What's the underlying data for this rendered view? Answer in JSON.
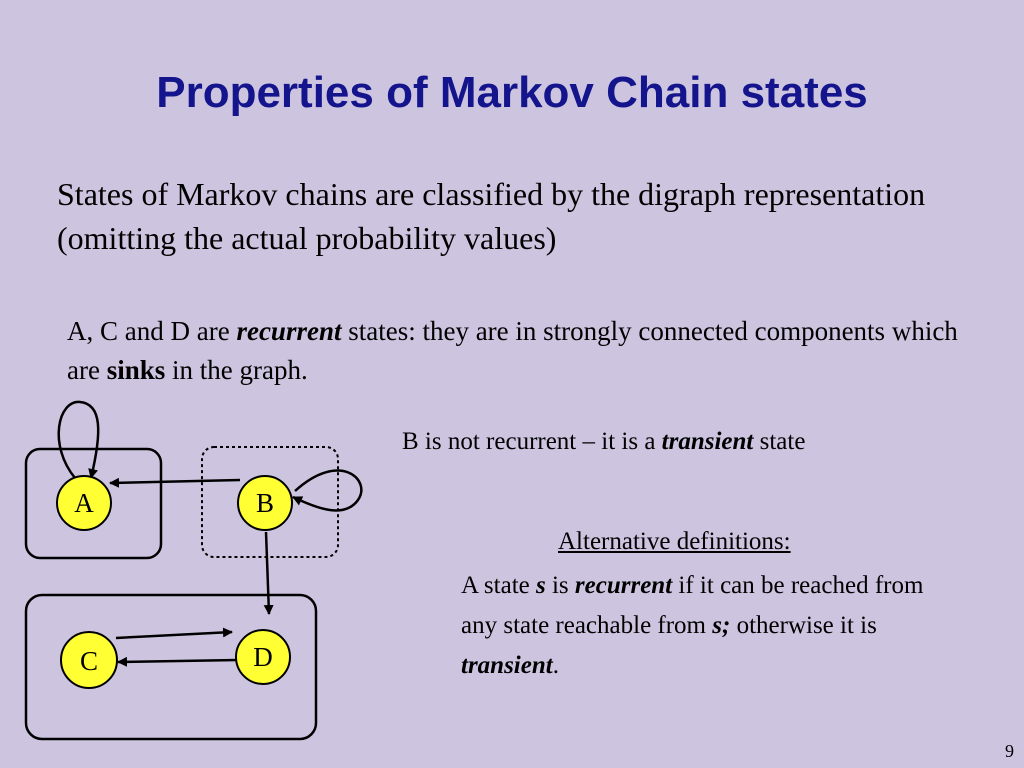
{
  "slide": {
    "title": "Properties of Markov Chain states",
    "intro": "States of Markov chains are classified by the digraph representation (omitting the actual probability values)",
    "recurrent_note": {
      "t1": "A, C and D are ",
      "t2": "recurrent",
      "t3": " states: they are in strongly connected components which are ",
      "t4": "sinks",
      "t5": " in the graph."
    },
    "transient_note": {
      "t1": "B is not recurrent – it is a ",
      "t2": "transient",
      "t3": " state"
    },
    "alternative": {
      "heading": "Alternative definitions:",
      "t1": "A state ",
      "t2": "s",
      "t3": " is ",
      "t4": "recurrent",
      "t5": " if it can be reached from any state reachable from ",
      "t6": "s;",
      "t7": " otherwise it is  ",
      "t8": "transient",
      "t9": "."
    },
    "slide_number": "9"
  },
  "diagram": {
    "nodes": {
      "a": "A",
      "b": "B",
      "c": "C",
      "d": "D"
    },
    "node_fill": "#ffff33"
  }
}
